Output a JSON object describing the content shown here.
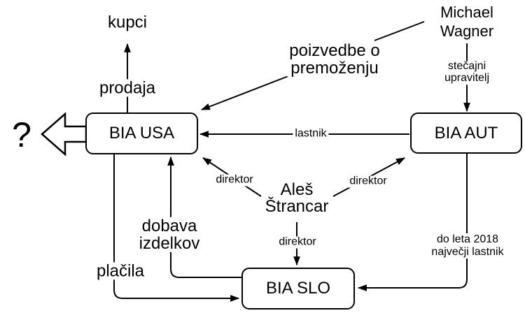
{
  "diagram": {
    "background": "#ffffff",
    "stroke_color": "#000000",
    "nodes": [
      {
        "id": "kupci",
        "type": "text",
        "label": "kupci"
      },
      {
        "id": "michael-wagner",
        "type": "text",
        "lines": [
          "Michael",
          "Wagner"
        ]
      },
      {
        "id": "bia-usa",
        "type": "box",
        "label": "BIA USA"
      },
      {
        "id": "bia-aut",
        "type": "box",
        "label": "BIA AUT"
      },
      {
        "id": "bia-slo",
        "type": "box",
        "label": "BIA SLO"
      },
      {
        "id": "ales-strancar",
        "type": "text",
        "lines": [
          "Aleš",
          "Štrancar"
        ]
      },
      {
        "id": "unknown",
        "type": "text",
        "label": "?"
      }
    ],
    "edges": [
      {
        "from": "bia-usa",
        "to": "kupci",
        "label": "prodaja"
      },
      {
        "from": "michael-wagner",
        "to": "bia-usa",
        "lines": [
          "poizvedbe o",
          "premoženju"
        ]
      },
      {
        "from": "michael-wagner",
        "to": "bia-aut",
        "lines": [
          "stečajni",
          "upravitelj"
        ]
      },
      {
        "from": "bia-aut",
        "to": "bia-usa",
        "label": "lastnik"
      },
      {
        "from": "ales-strancar",
        "to": "bia-usa",
        "label": "direktor"
      },
      {
        "from": "ales-strancar",
        "to": "bia-aut",
        "label": "direktor"
      },
      {
        "from": "ales-strancar",
        "to": "bia-slo",
        "label": "direktor"
      },
      {
        "from": "bia-slo",
        "to": "bia-usa",
        "lines": [
          "dobava",
          "izdelkov"
        ]
      },
      {
        "from": "bia-usa",
        "to": "bia-slo",
        "label": "plačila"
      },
      {
        "from": "bia-aut",
        "to": "bia-slo",
        "lines": [
          "do leta 2018",
          "največji lastnik"
        ]
      },
      {
        "from": "bia-usa",
        "to": "unknown",
        "label": ""
      }
    ]
  }
}
